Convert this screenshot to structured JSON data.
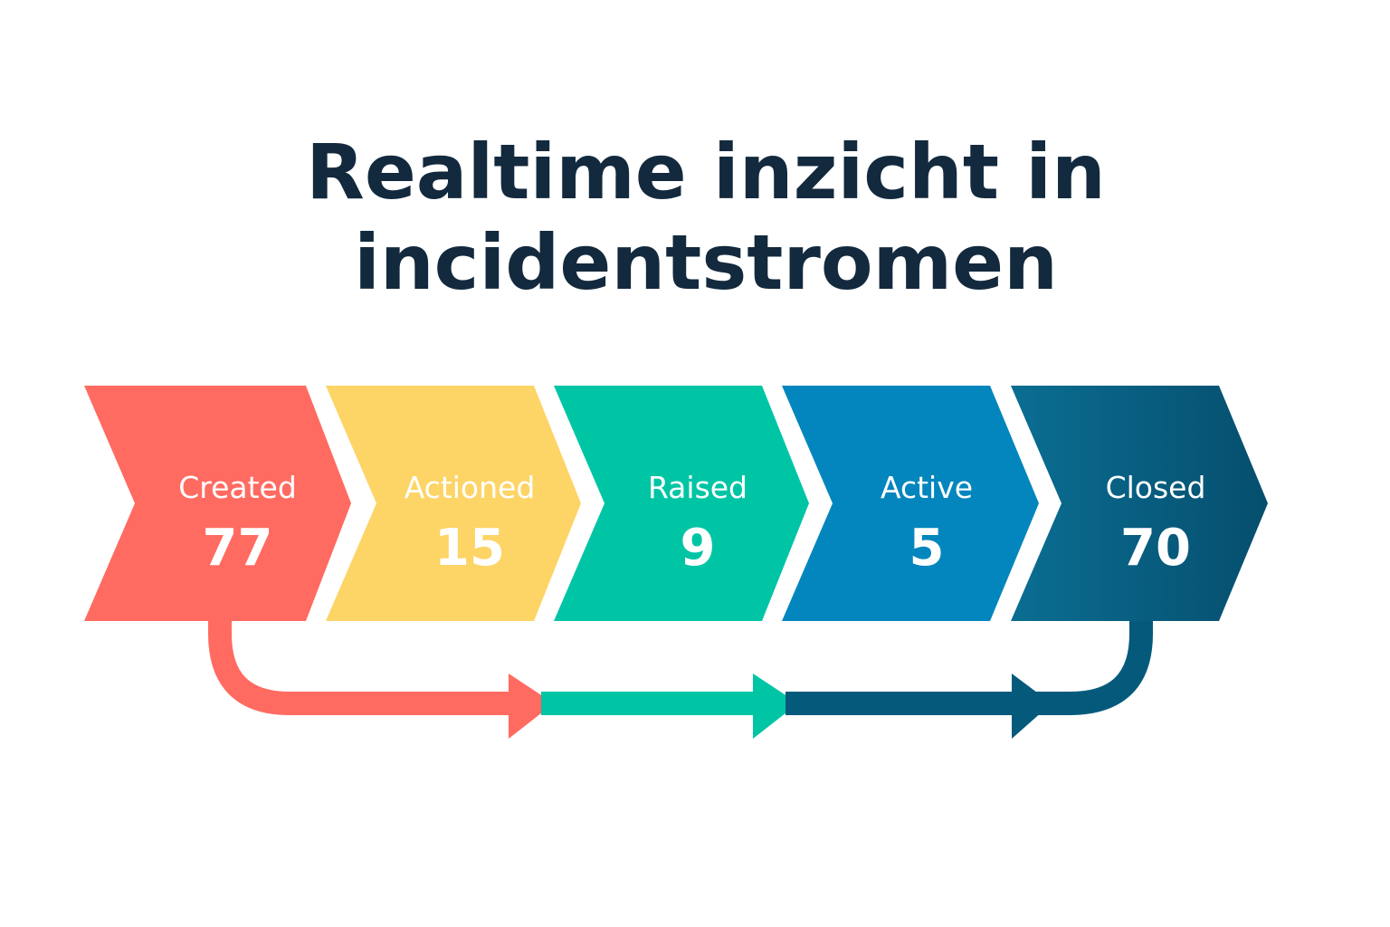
{
  "title": {
    "line1": "Realtime inzicht in",
    "line2": "incidentstromen"
  },
  "steps": [
    {
      "label": "Created",
      "count": "77",
      "color": "#ff6b61"
    },
    {
      "label": "Actioned",
      "count": "15",
      "color": "#fdd466"
    },
    {
      "label": "Raised",
      "count": "9",
      "color": "#00c5a5"
    },
    {
      "label": "Active",
      "count": "5",
      "color": "#0286bd"
    },
    {
      "label": "Closed",
      "count": "70",
      "color": "#055a7c"
    }
  ],
  "flow_arrow_colors": [
    "#ff6b61",
    "#00c5a5",
    "#055a7c"
  ]
}
